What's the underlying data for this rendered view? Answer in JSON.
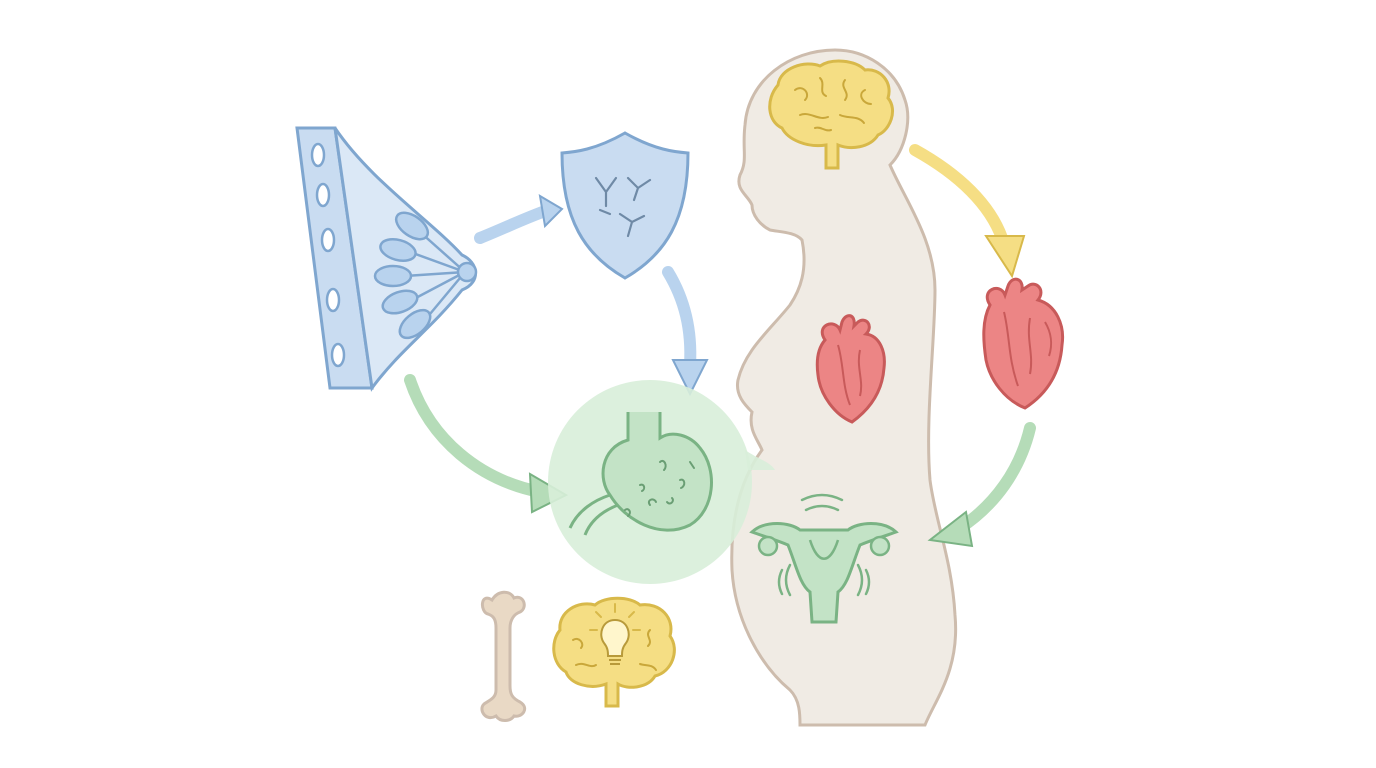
{
  "diagram": {
    "kind": "illustration",
    "labels": [],
    "nodes": [
      {
        "id": "breast",
        "icon": "breast-cross-section-icon"
      },
      {
        "id": "antibody-shield",
        "icon": "antibody-shield-icon"
      },
      {
        "id": "stomach",
        "icon": "stomach-microbiome-icon"
      },
      {
        "id": "pregnant-silhouette",
        "icon": "pregnant-woman-silhouette-icon"
      },
      {
        "id": "brain-in-head",
        "icon": "brain-icon"
      },
      {
        "id": "heart-in-body",
        "icon": "heart-icon"
      },
      {
        "id": "heart-side",
        "icon": "heart-icon"
      },
      {
        "id": "uterus",
        "icon": "uterus-icon"
      },
      {
        "id": "bone",
        "icon": "bone-icon"
      },
      {
        "id": "brain-lightbulb",
        "icon": "brain-lightbulb-icon"
      }
    ],
    "arrows": [
      {
        "from": "breast",
        "to": "antibody-shield"
      },
      {
        "from": "antibody-shield",
        "to": "stomach"
      },
      {
        "from": "breast",
        "to": "stomach"
      },
      {
        "from": "brain-in-head",
        "to": "heart-side"
      },
      {
        "from": "heart-side",
        "to": "uterus"
      }
    ],
    "colors": {
      "blue": "#b9d3ee",
      "blue_stroke": "#7fa6cf",
      "green": "#b5dcb8",
      "green_stroke": "#7ab384",
      "yellow": "#f5de84",
      "yellow_stroke": "#d8b94a",
      "red": "#ec8585",
      "red_stroke": "#c85a5a",
      "body": "#f0ebe4",
      "body_stroke": "#cdbcad",
      "bone": "#e9d9c5"
    }
  }
}
